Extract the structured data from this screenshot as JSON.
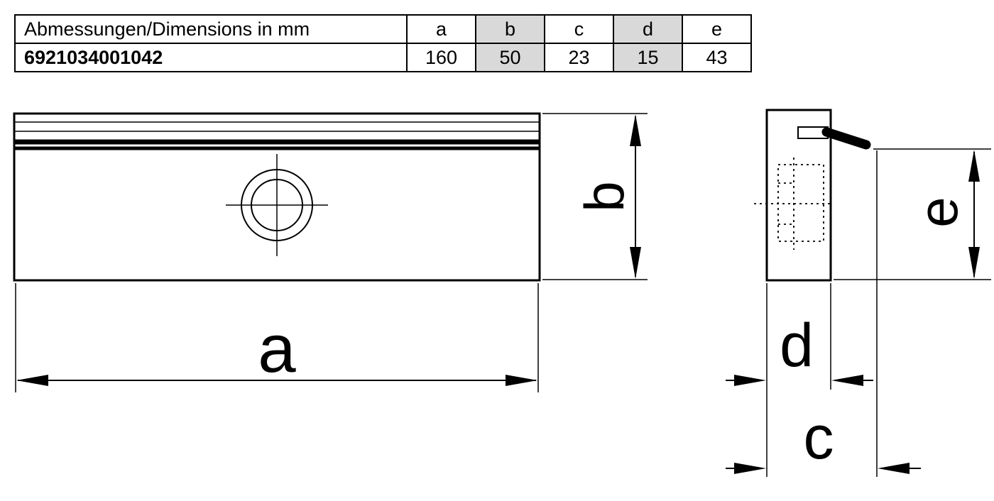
{
  "table": {
    "header_label": "Abmessungen/Dimensions in mm",
    "columns": [
      "a",
      "b",
      "c",
      "d",
      "e"
    ],
    "part_number": "6921034001042",
    "values": [
      "160",
      "50",
      "23",
      "15",
      "43"
    ],
    "shade_color": "#d9d9d9",
    "border_color": "#000000"
  },
  "drawing": {
    "labels": {
      "a": "a",
      "b": "b",
      "c": "c",
      "d": "d",
      "e": "e"
    },
    "line_color": "#000000",
    "background": "#ffffff"
  }
}
